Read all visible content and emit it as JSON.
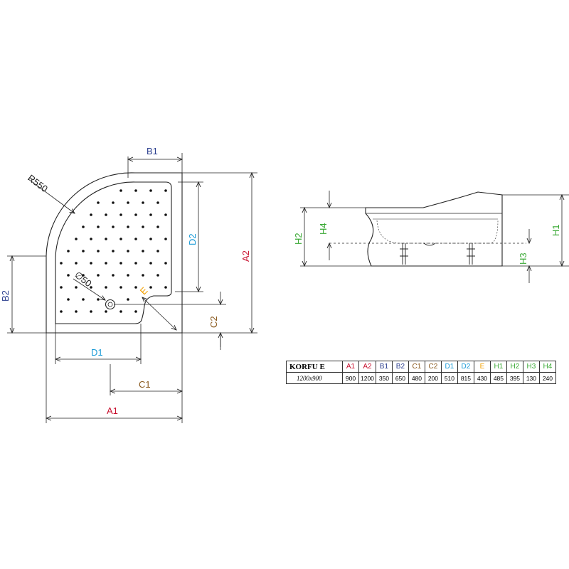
{
  "labels": {
    "b1": "B1",
    "b2": "B2",
    "a1": "A1",
    "a2": "A2",
    "c1": "C1",
    "c2": "C2",
    "d1": "D1",
    "d2": "D2",
    "e": "E",
    "radius": "R550",
    "drain": "∅50",
    "h1": "H1",
    "h2": "H2",
    "h3": "H3",
    "h4": "H4"
  },
  "colors": {
    "a": "#c8102e",
    "b": "#2b3f8f",
    "c": "#8a5a1e",
    "d": "#1a9ad6",
    "e": "#f2a000",
    "h": "#3aa935",
    "line": "#222222"
  },
  "table": {
    "model": "KORFU E",
    "size": "1200x900",
    "headers": [
      {
        "text": "A1",
        "color": "#c8102e"
      },
      {
        "text": "A2",
        "color": "#c8102e"
      },
      {
        "text": "B1",
        "color": "#2b3f8f"
      },
      {
        "text": "B2",
        "color": "#2b3f8f"
      },
      {
        "text": "C1",
        "color": "#8a5a1e"
      },
      {
        "text": "C2",
        "color": "#8a5a1e"
      },
      {
        "text": "D1",
        "color": "#1a9ad6"
      },
      {
        "text": "D2",
        "color": "#1a9ad6"
      },
      {
        "text": "E",
        "color": "#f2a000"
      },
      {
        "text": "H1",
        "color": "#3aa935"
      },
      {
        "text": "H2",
        "color": "#3aa935"
      },
      {
        "text": "H3",
        "color": "#3aa935"
      },
      {
        "text": "H4",
        "color": "#3aa935"
      }
    ],
    "values": [
      "900",
      "1200",
      "350",
      "650",
      "480",
      "200",
      "510",
      "815",
      "430",
      "485",
      "395",
      "130",
      "240"
    ]
  }
}
